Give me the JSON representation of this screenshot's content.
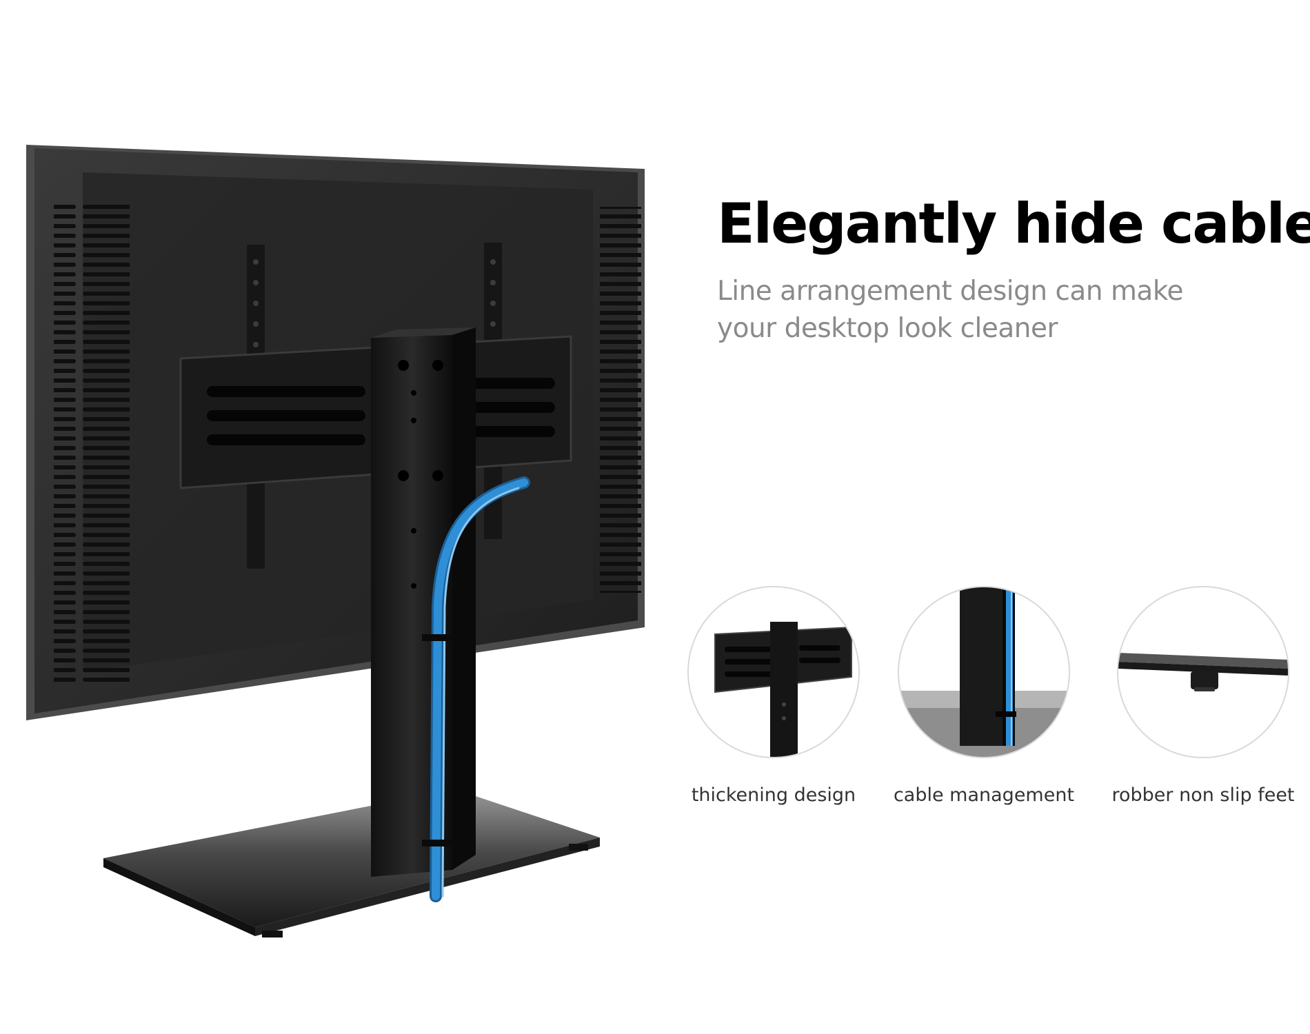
{
  "headline": "Elegantly hide cables",
  "subtitle": "Line arrangement design can make your desktop look cleaner",
  "features": [
    {
      "icon": "mounting-bracket-icon",
      "caption": "thickening design"
    },
    {
      "icon": "cable-clip-icon",
      "caption": "cable management"
    },
    {
      "icon": "rubber-foot-icon",
      "caption": "robber non slip feet"
    }
  ],
  "colors": {
    "monitor": "#2b2b2b",
    "cable": "#2f8fd6",
    "subtitle_text": "#8a8a8a",
    "circle_border": "#d9d9d9"
  }
}
